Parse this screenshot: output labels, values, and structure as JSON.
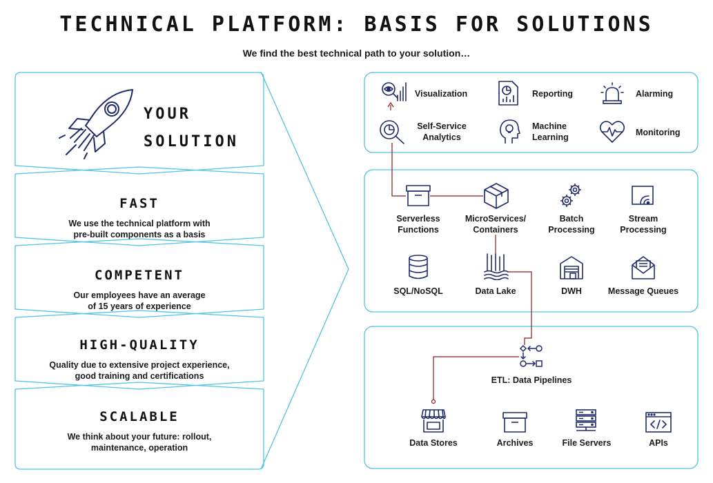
{
  "header": {
    "title": "TECHNICAL PLATFORM: BASIS FOR SOLUTIONS",
    "subtitle": "We find the best technical path to your solution…"
  },
  "solution": {
    "line1": "YOUR",
    "line2": "SOLUTION",
    "icon": "rocket-icon"
  },
  "qualities": [
    {
      "heading": "FAST",
      "line1": "We use the technical platform with",
      "line2": "pre-built components as a basis"
    },
    {
      "heading": "COMPETENT",
      "line1": "Our employees have an average",
      "line2": "of 15 years of experience"
    },
    {
      "heading": "HIGH-QUALITY",
      "line1": "Quality due to extensive project experience,",
      "line2": "good training and certifications"
    },
    {
      "heading": "SCALABLE",
      "line1": "We think about your future: rollout,",
      "line2": "maintenance, operation"
    }
  ],
  "layers": {
    "analytics": [
      {
        "line1": "Visualization",
        "line2": "",
        "icon": "visualization-icon"
      },
      {
        "line1": "Reporting",
        "line2": "",
        "icon": "reporting-icon"
      },
      {
        "line1": "Alarming",
        "line2": "",
        "icon": "alarm-icon"
      },
      {
        "line1": "Self-Service",
        "line2": "Analytics",
        "icon": "analytics-icon"
      },
      {
        "line1": "Machine",
        "line2": "Learning",
        "icon": "machine-learning-icon"
      },
      {
        "line1": "Monitoring",
        "line2": "",
        "icon": "monitoring-icon"
      }
    ],
    "processing": [
      {
        "line1": "Serverless",
        "line2": "Functions",
        "icon": "serverless-icon"
      },
      {
        "line1": "MicroServices/",
        "line2": "Containers",
        "icon": "container-icon"
      },
      {
        "line1": "Batch",
        "line2": "Processing",
        "icon": "gears-icon"
      },
      {
        "line1": "Stream",
        "line2": "Processing",
        "icon": "stream-icon"
      },
      {
        "line1": "SQL/NoSQL",
        "line2": "",
        "icon": "database-icon"
      },
      {
        "line1": "Data Lake",
        "line2": "",
        "icon": "data-lake-icon"
      },
      {
        "line1": "DWH",
        "line2": "",
        "icon": "warehouse-icon"
      },
      {
        "line1": "Message Queues",
        "line2": "",
        "icon": "message-queue-icon"
      }
    ],
    "sources": [
      {
        "line1": "ETL: Data Pipelines",
        "line2": "",
        "icon": "pipeline-icon"
      },
      {
        "line1": "Data Stores",
        "line2": "",
        "icon": "store-icon"
      },
      {
        "line1": "Archives",
        "line2": "",
        "icon": "archive-icon"
      },
      {
        "line1": "File Servers",
        "line2": "",
        "icon": "server-icon"
      },
      {
        "line1": "APIs",
        "line2": "",
        "icon": "api-icon"
      }
    ]
  },
  "colors": {
    "frame": "#4fc3e6",
    "icon": "#1e2a6b",
    "connector": "#8b1a1a",
    "text": "#1a1a1a"
  }
}
